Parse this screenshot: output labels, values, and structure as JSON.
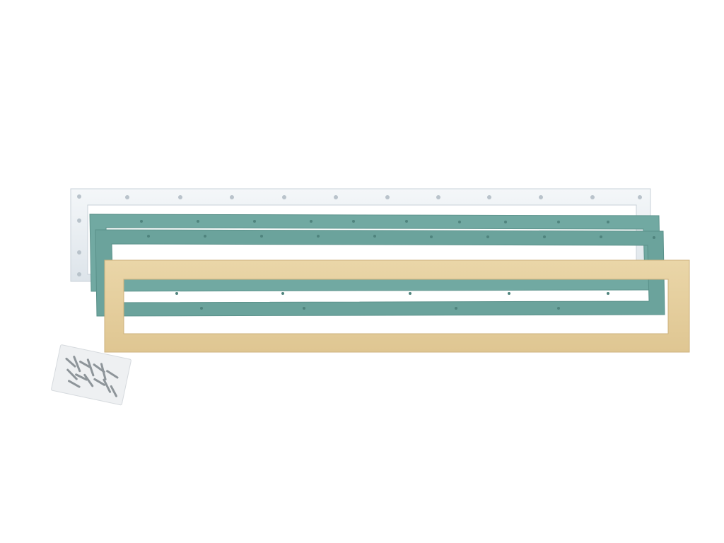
{
  "scene": {
    "subject": "faceplate-gasket-kit",
    "colors": {
      "background": "#ffffff",
      "white_faceplate": "#e9eef2",
      "gasket": "#6fa7a0",
      "beige_frame": "#e6cf9e",
      "screws": "#9aa0a4"
    },
    "parts": [
      "white-faceplate",
      "gasket-upper",
      "gasket-lower",
      "beige-trim-frame",
      "screw-bag"
    ]
  }
}
